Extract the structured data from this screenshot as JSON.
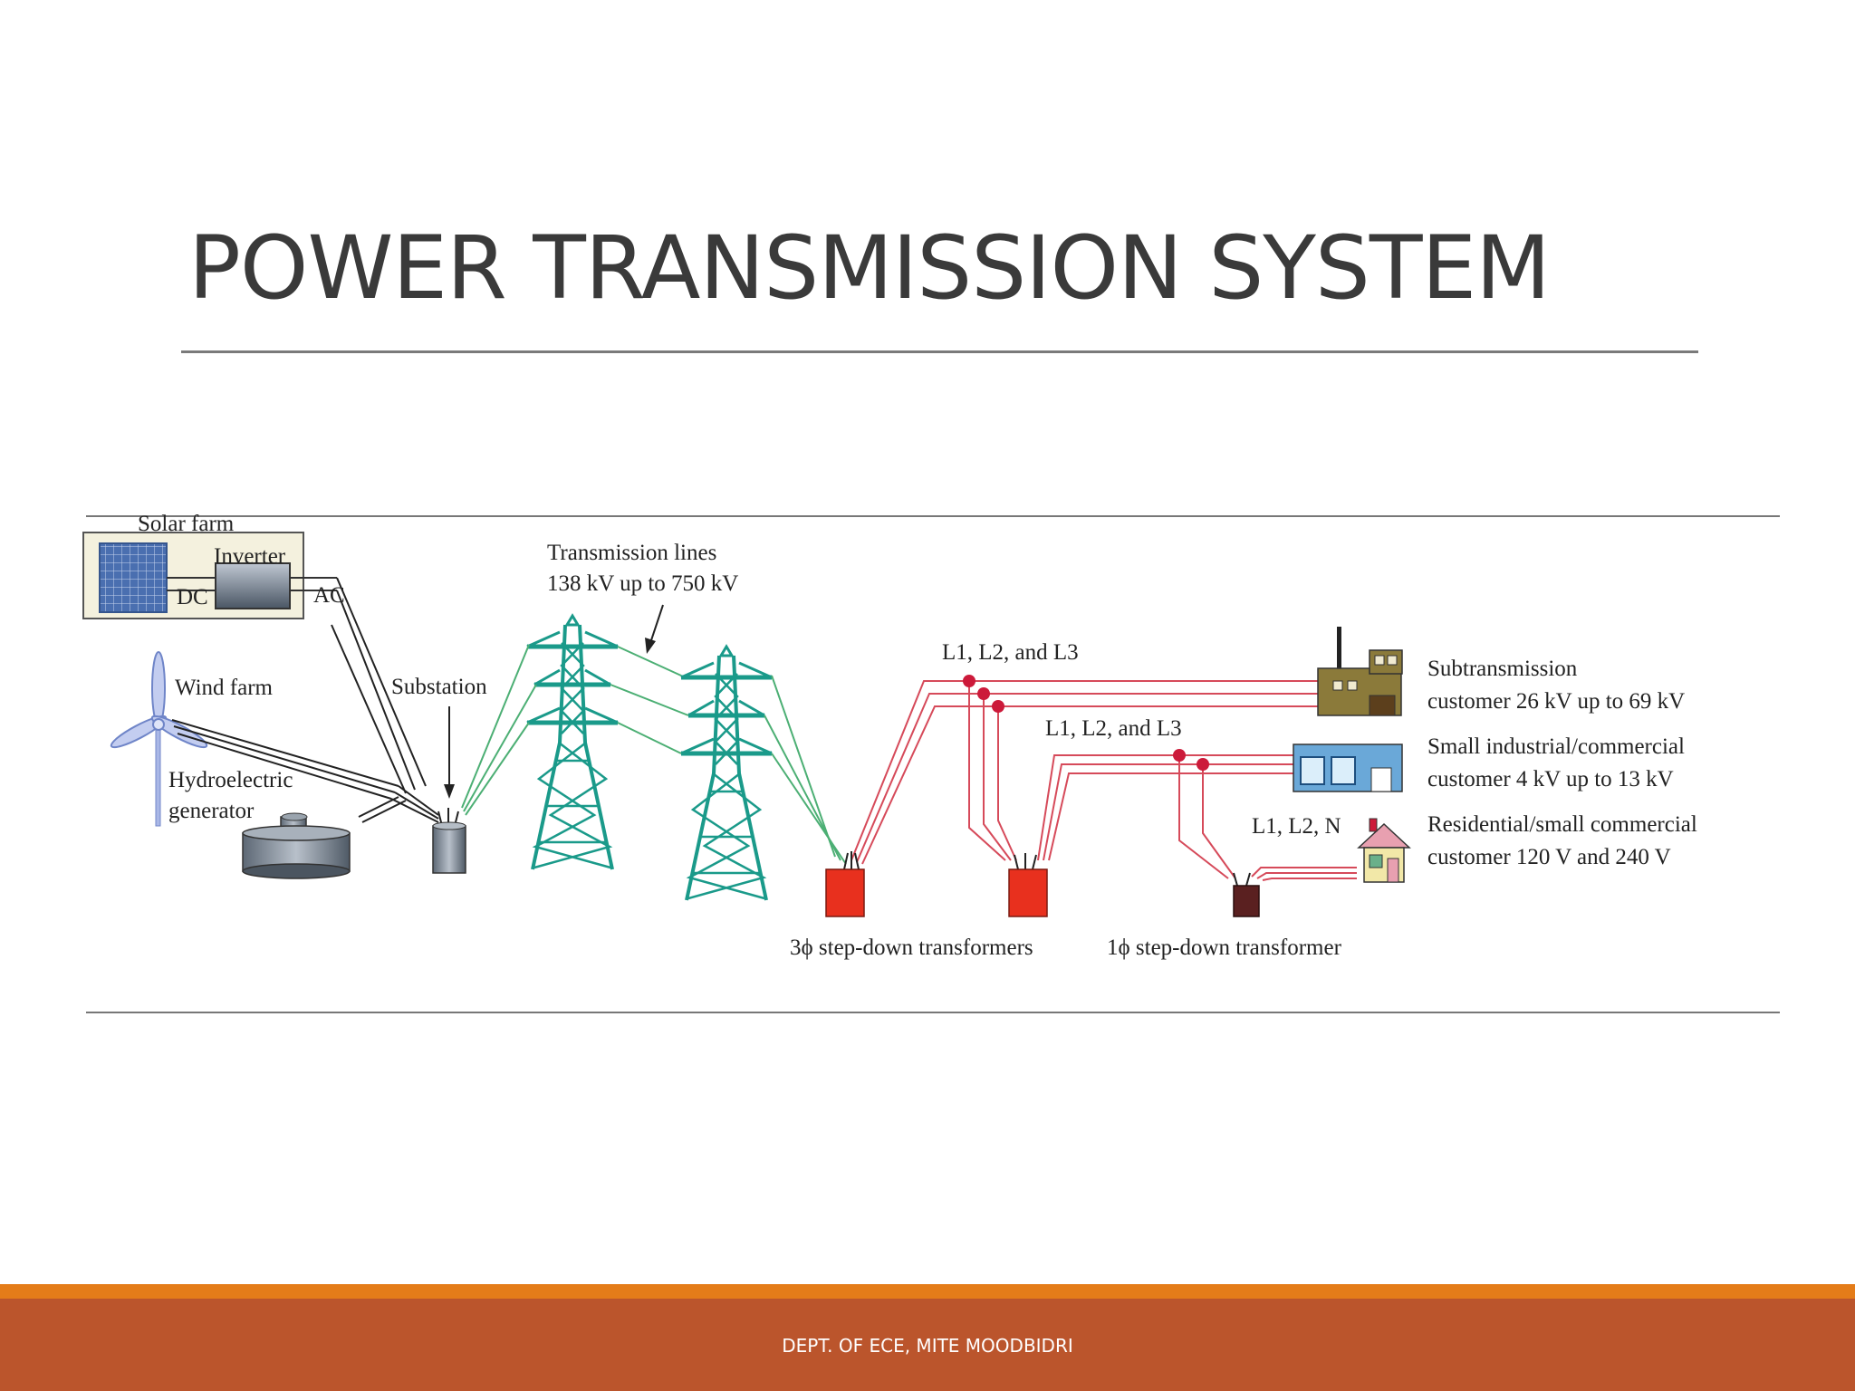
{
  "slide": {
    "title": "POWER TRANSMISSION SYSTEM",
    "footer": "DEPT. OF ECE, MITE MOODBIDRI"
  },
  "diagram": {
    "labels": {
      "solar_farm": "Solar farm",
      "inverter": "Inverter",
      "dc": "DC",
      "ac": "AC",
      "wind_farm": "Wind farm",
      "hydro_line1": "Hydroelectric",
      "hydro_line2": "generator",
      "substation": "Substation",
      "transmission_line1": "Transmission lines",
      "transmission_line2": "138 kV up to 750 kV",
      "l123_a": "L1, L2, and L3",
      "l123_b": "L1, L2, and L3",
      "l12n": "L1, L2, N",
      "three_phase": "3ϕ step-down transformers",
      "one_phase": "1ϕ step-down transformer",
      "subtrans_line1": "Subtransmission",
      "subtrans_line2": "customer 26 kV up to 69 kV",
      "industrial_line1": "Small industrial/commercial",
      "industrial_line2": "customer 4 kV up to 13 kV",
      "residential_line1": "Residential/small commercial",
      "residential_line2": "customer 120 V and 240 V"
    },
    "colors": {
      "tower": "#1a9a8a",
      "transmission_wire": "#4caf74",
      "distribution_wire": "#d64a5a",
      "transformer_3ph": "#e8301e",
      "transformer_1ph": "#5a2020",
      "solar_panel": "#4a6fb0",
      "factory": "#8b7a3a",
      "commercial": "#6aa8d8",
      "house": "#f2e8a8"
    }
  }
}
